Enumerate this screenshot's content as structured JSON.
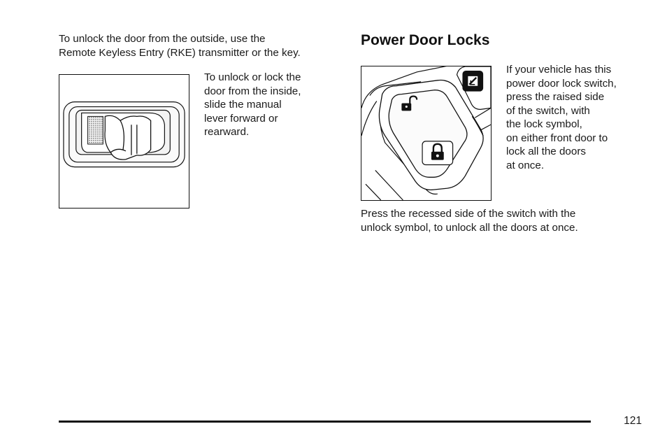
{
  "left_column": {
    "intro": "To unlock the door from the outside, use the\nRemote Keyless Entry (RKE) transmitter or the key.",
    "manual_lock": "To unlock or lock the\ndoor from the inside,\nslide the manual\nlever forward or\nrearward."
  },
  "right_column": {
    "heading": "Power Door Locks",
    "switch_instructions": "If your vehicle has this\npower door lock switch,\npress the raised side\nof the switch, with\nthe lock symbol,\non either front door to\nlock all the doors\nat once.",
    "unlock_instructions": "Press the recessed side of the switch with the\nunlock symbol, to unlock all the doors at once."
  },
  "footer": {
    "page_number": "121"
  }
}
